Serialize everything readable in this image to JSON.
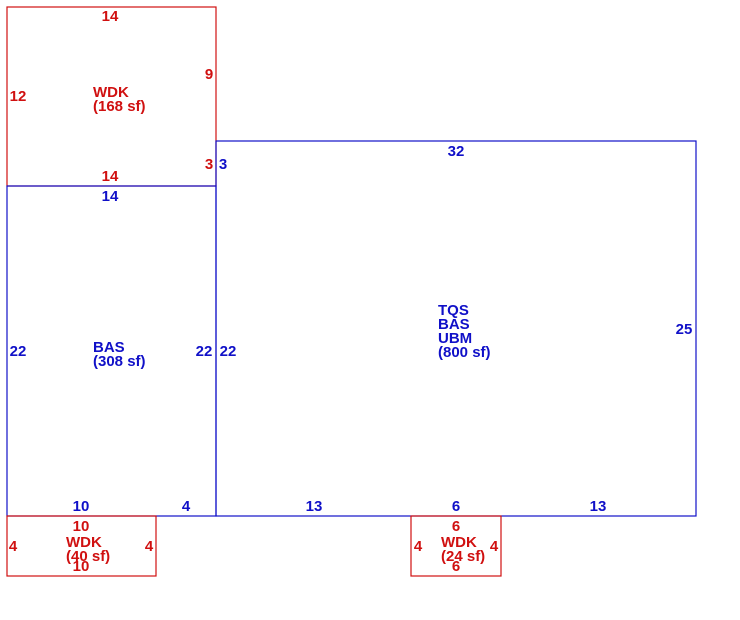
{
  "colors": {
    "living": "#1010c8",
    "deck": "#d01010",
    "background": "#ffffff"
  },
  "areas": [
    {
      "id": "wdk-top",
      "kind": "deck",
      "labels": [
        "WDK",
        "(168 sf)"
      ],
      "dimensions": {
        "top": "14",
        "bottom": "14",
        "left": "12",
        "right_upper": "9",
        "right_lower": "3"
      }
    },
    {
      "id": "bas-left",
      "kind": "living",
      "labels": [
        "BAS",
        "(308 sf)"
      ],
      "dimensions": {
        "top": "14",
        "left": "22",
        "right": "22",
        "bottom_left": "10",
        "bottom_right": "4"
      }
    },
    {
      "id": "main",
      "kind": "living",
      "labels": [
        "TQS",
        "BAS",
        "UBM",
        "(800 sf)"
      ],
      "dimensions": {
        "top": "32",
        "left_upper": "3",
        "left": "22",
        "right": "25",
        "bottom_left": "13",
        "bottom_mid": "6",
        "bottom_right": "13"
      }
    },
    {
      "id": "wdk-bottom-left",
      "kind": "deck",
      "labels": [
        "WDK",
        "(40 sf)"
      ],
      "dimensions": {
        "top": "10",
        "bottom": "10",
        "left": "4",
        "right": "4"
      }
    },
    {
      "id": "wdk-bottom-mid",
      "kind": "deck",
      "labels": [
        "WDK",
        "(24 sf)"
      ],
      "dimensions": {
        "top": "6",
        "bottom": "6",
        "left": "4",
        "right": "4"
      }
    }
  ]
}
